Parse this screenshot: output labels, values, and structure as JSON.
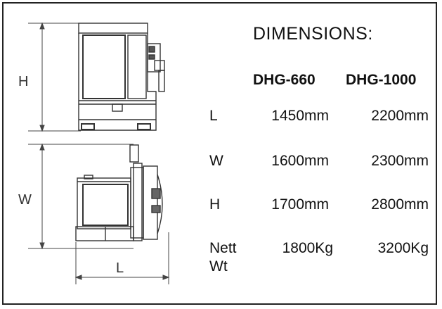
{
  "title": "DIMENSIONS:",
  "columns": [
    "DHG-660",
    "DHG-1000"
  ],
  "rows": [
    {
      "label": "L",
      "values": [
        "1450mm",
        "2200mm"
      ]
    },
    {
      "label": "W",
      "values": [
        "1600mm",
        "2300mm"
      ]
    },
    {
      "label": "H",
      "values": [
        "1700mm",
        "2800mm"
      ]
    },
    {
      "label": "Nett\nWt",
      "values": [
        "1800Kg",
        "3200Kg"
      ]
    }
  ],
  "drawing_labels": {
    "height": "H",
    "width": "W",
    "length": "L"
  }
}
